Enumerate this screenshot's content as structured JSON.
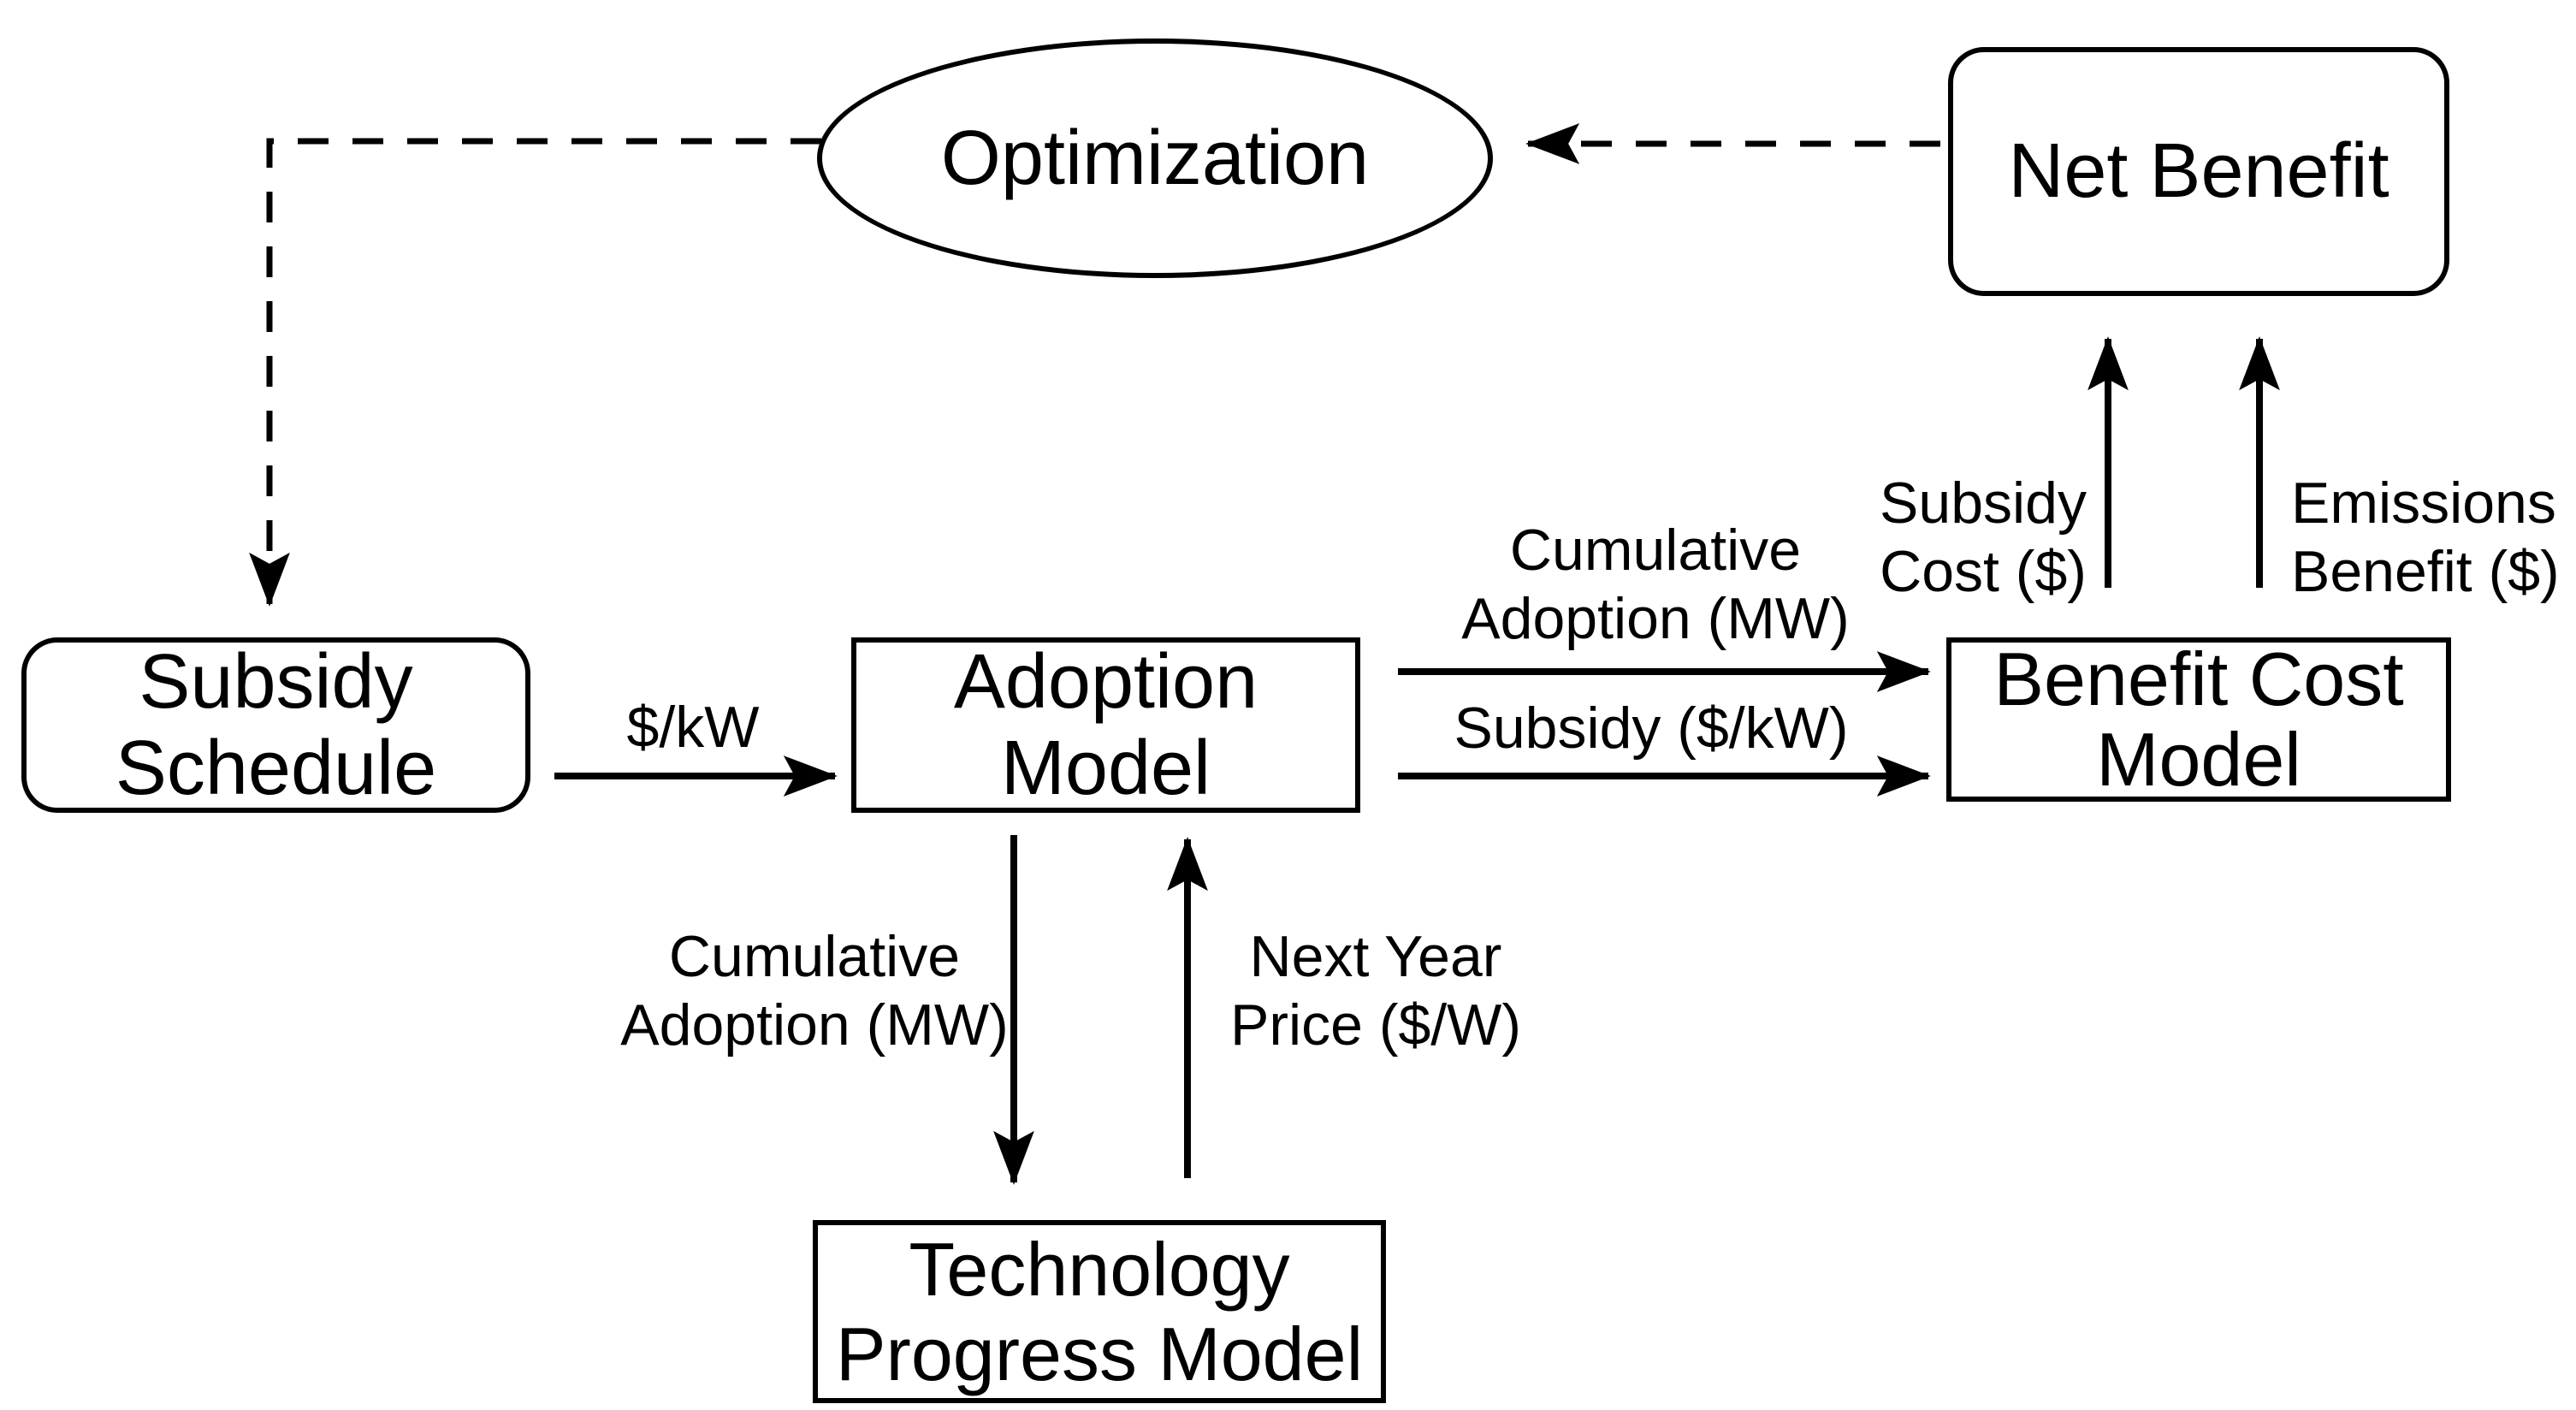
{
  "diagram": {
    "title": "Subsidy optimization model flow diagram",
    "colors": {
      "ink": "#000000",
      "background": "#ffffff"
    },
    "nodes": {
      "optimization": {
        "shape": "ellipse",
        "lines": [
          "Optimization"
        ]
      },
      "net_benefit": {
        "shape": "rounded-rect",
        "lines": [
          "Net Benefit"
        ]
      },
      "subsidy_schedule": {
        "shape": "rounded-rect",
        "lines": [
          "Subsidy",
          "Schedule"
        ]
      },
      "adoption_model": {
        "shape": "rect",
        "lines": [
          "Adoption",
          "Model"
        ]
      },
      "benefit_cost_model": {
        "shape": "rect",
        "lines": [
          "Benefit Cost",
          "Model"
        ]
      },
      "technology_progress_model": {
        "shape": "rect",
        "lines": [
          "Technology",
          "Progress Model"
        ]
      }
    },
    "edges": {
      "optimization_to_subsidy_schedule": {
        "from": "optimization",
        "to": "subsidy_schedule",
        "style": "dashed",
        "label_lines": []
      },
      "net_benefit_to_optimization": {
        "from": "net_benefit",
        "to": "optimization",
        "style": "dashed",
        "label_lines": []
      },
      "subsidy_to_adoption": {
        "from": "subsidy_schedule",
        "to": "adoption_model",
        "style": "solid",
        "label_lines": [
          "$/kW"
        ]
      },
      "adoption_to_benefit_cost_upper": {
        "from": "adoption_model",
        "to": "benefit_cost_model",
        "style": "solid",
        "label_lines": [
          "Cumulative",
          "Adoption (MW)"
        ]
      },
      "adoption_to_benefit_cost_lower": {
        "from": "adoption_model",
        "to": "benefit_cost_model",
        "style": "solid",
        "label_lines": [
          "Subsidy ($/kW)"
        ]
      },
      "benefit_cost_to_net_benefit_left": {
        "from": "benefit_cost_model",
        "to": "net_benefit",
        "style": "solid",
        "label_lines": [
          "Subsidy",
          "Cost ($)"
        ]
      },
      "benefit_cost_to_net_benefit_right": {
        "from": "benefit_cost_model",
        "to": "net_benefit",
        "style": "solid",
        "label_lines": [
          "Emissions",
          "Benefit ($)"
        ]
      },
      "adoption_to_technology": {
        "from": "adoption_model",
        "to": "technology_progress_model",
        "style": "solid",
        "label_lines": [
          "Cumulative",
          "Adoption (MW)"
        ]
      },
      "technology_to_adoption": {
        "from": "technology_progress_model",
        "to": "adoption_model",
        "style": "solid",
        "label_lines": [
          "Next Year",
          "Price ($/W)"
        ]
      }
    }
  }
}
